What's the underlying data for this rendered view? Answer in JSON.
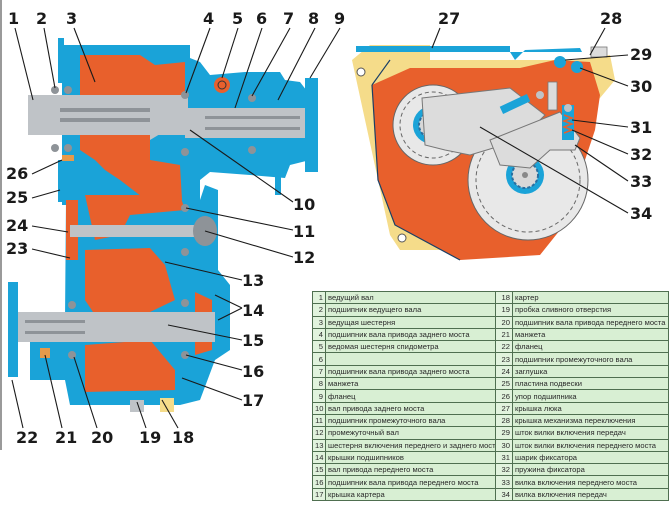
{
  "figure": {
    "title": "Раздаточная коробка — устройство",
    "left_view_callouts": [
      "1",
      "2",
      "3",
      "4",
      "5",
      "6",
      "7",
      "8",
      "9",
      "10",
      "11",
      "12",
      "13",
      "14",
      "15",
      "16",
      "17",
      "18",
      "19",
      "20",
      "21",
      "22",
      "23",
      "24",
      "25",
      "26"
    ],
    "right_view_callouts": [
      "27",
      "28",
      "29",
      "30",
      "31",
      "32",
      "33",
      "34"
    ],
    "colors": {
      "housing": "#1aa3d8",
      "gears": "#e8602c",
      "shafts": "#bfc3c7",
      "gaskets_plates": "#f5dc8a",
      "legend_background": "#d8efd3",
      "legend_border": "#4f6f50"
    }
  },
  "legend": {
    "left_column": [
      {
        "num": "1",
        "label": "ведущий вал"
      },
      {
        "num": "2",
        "label": "подшипник ведущего вала"
      },
      {
        "num": "3",
        "label": "ведущая шестерня"
      },
      {
        "num": "4",
        "label": "подшипник вала привода заднего моста"
      },
      {
        "num": "5",
        "label": "ведомая шестерня спидометра"
      },
      {
        "num": "6",
        "label": ""
      },
      {
        "num": "7",
        "label": "подшипник вала привода заднего моста"
      },
      {
        "num": "8",
        "label": "манжета"
      },
      {
        "num": "9",
        "label": "фланец"
      },
      {
        "num": "10",
        "label": "вал привода заднего моста"
      },
      {
        "num": "11",
        "label": "подшипник промежуточного вала"
      },
      {
        "num": "12",
        "label": "промежуточный вал"
      },
      {
        "num": "13",
        "label": "шестерня включения переднего и заднего мостов"
      },
      {
        "num": "14",
        "label": "крышки подшипников"
      },
      {
        "num": "15",
        "label": "вал привода переднего моста"
      },
      {
        "num": "16",
        "label": "подшипник вала привода переднего моста"
      },
      {
        "num": "17",
        "label": "крышка картера"
      }
    ],
    "right_column": [
      {
        "num": "18",
        "label": "картер"
      },
      {
        "num": "19",
        "label": "пробка сливного отверстия"
      },
      {
        "num": "20",
        "label": "подшипник вала привода переднего моста"
      },
      {
        "num": "21",
        "label": "манжета"
      },
      {
        "num": "22",
        "label": "фланец"
      },
      {
        "num": "23",
        "label": "подшипник промежуточного вала"
      },
      {
        "num": "24",
        "label": "заглушка"
      },
      {
        "num": "25",
        "label": "пластина подвески"
      },
      {
        "num": "26",
        "label": "упор подшипника"
      },
      {
        "num": "27",
        "label": "крышка люка"
      },
      {
        "num": "28",
        "label": "крышка механизма переключения"
      },
      {
        "num": "29",
        "label": "шток вилки включения передач"
      },
      {
        "num": "30",
        "label": "шток вилки включения переднего моста"
      },
      {
        "num": "31",
        "label": "шарик фиксатора"
      },
      {
        "num": "32",
        "label": "пружина фиксатора"
      },
      {
        "num": "33",
        "label": "вилка включения переднего моста"
      },
      {
        "num": "34",
        "label": "вилка включения передач"
      }
    ]
  }
}
